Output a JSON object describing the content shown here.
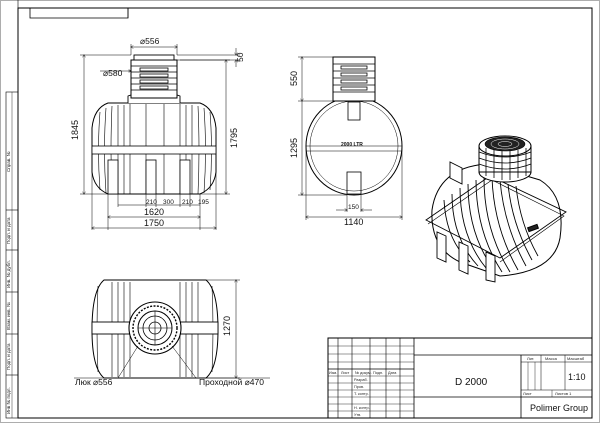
{
  "front_view": {
    "cap_diameter": "⌀556",
    "neck_diameter": "⌀580",
    "cap_height": "50",
    "total_height": "1845",
    "body_height": "1795",
    "foot_widths": [
      "210",
      "300",
      "210",
      "195"
    ],
    "inner_length": "1620",
    "total_length": "1750"
  },
  "side_view": {
    "neck_height": "550",
    "body_height": "1295",
    "label": "2000 LTR",
    "foot_width": "150",
    "total_width": "1140"
  },
  "top_view": {
    "width": "1270",
    "hatch_label": "Люк ⌀556",
    "passage_label": "Проходной ⌀470"
  },
  "side_stamps": [
    "Справ. №",
    "Подп. и дата",
    "Инв. № дубл.",
    "Взам. инв. №",
    "Подп. и дата",
    "Инв № подл."
  ],
  "title_block": {
    "headers": [
      "Изм.",
      "Лист",
      "№ докум.",
      "Подп.",
      "Дата"
    ],
    "roles": [
      "Разраб.",
      "Пров.",
      "Т. контр.",
      "",
      "Н. контр.",
      "Утв."
    ],
    "designation": "D 2000",
    "lit_label": "Лит.",
    "mass_label": "Масса",
    "scale_label": "Масштаб",
    "scale": "1:10",
    "sheet_label": "Лист",
    "sheets_label": "Листов 1",
    "company": "Polimer Group"
  }
}
